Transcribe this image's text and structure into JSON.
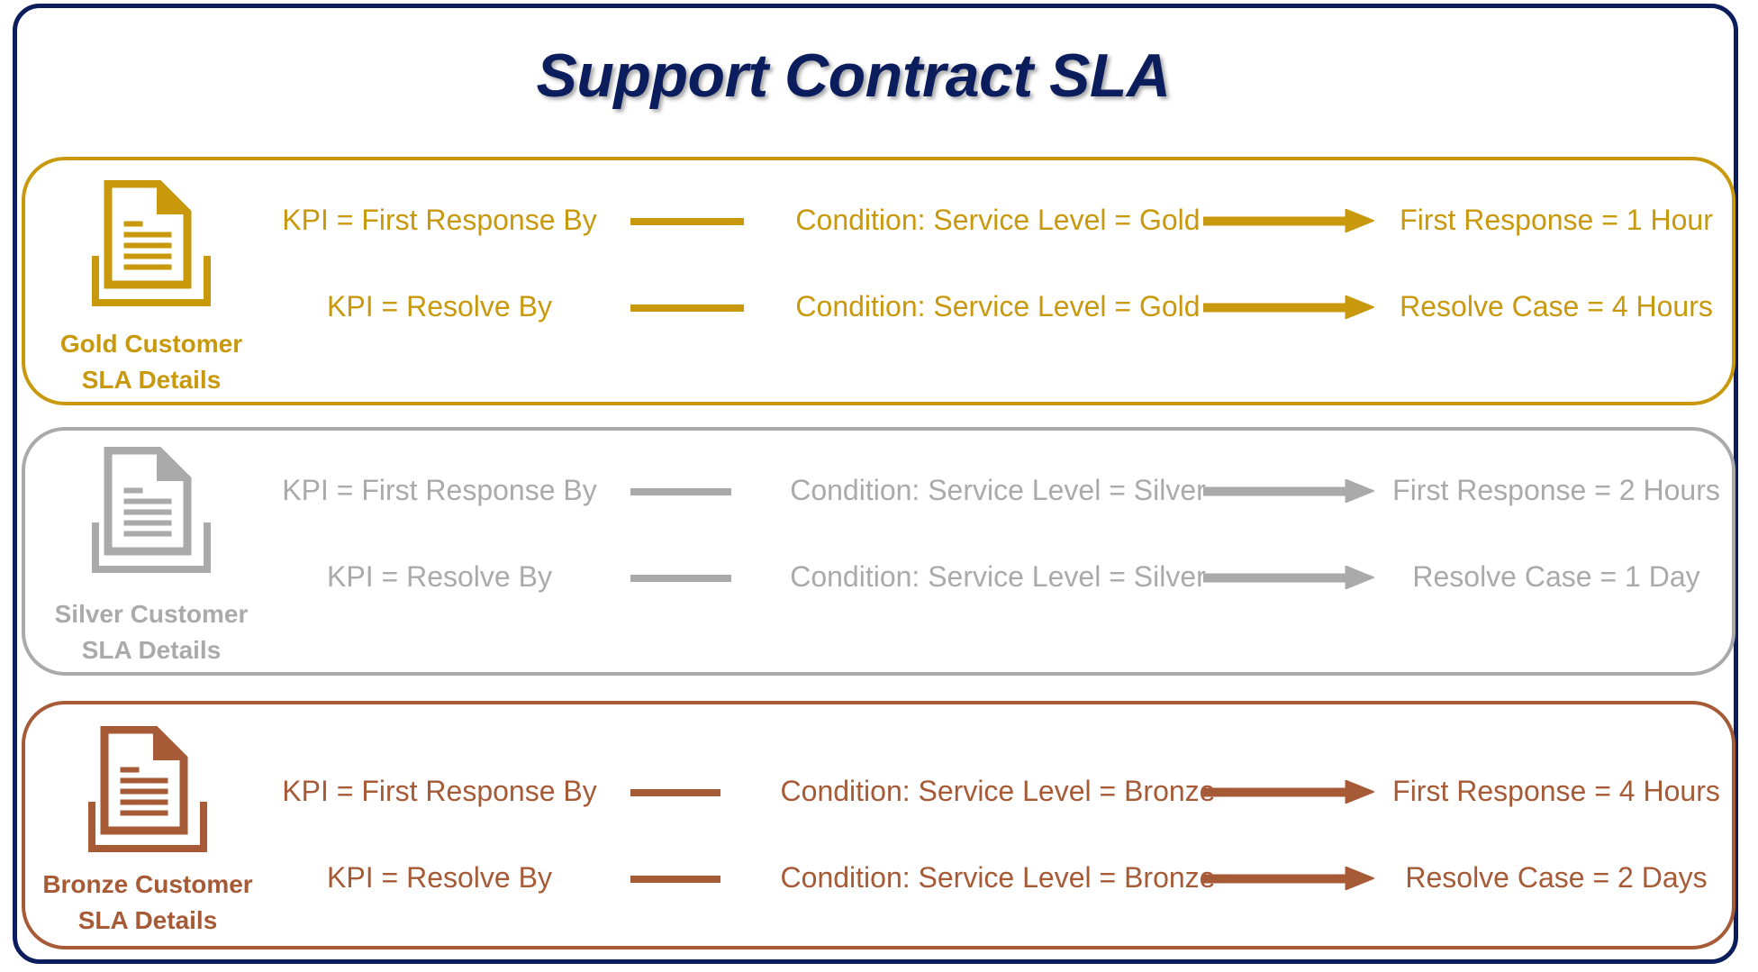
{
  "title": "Support Contract SLA",
  "tiers": [
    {
      "key": "gold",
      "color": "#c8990c",
      "icon": "document-icon",
      "label_line1": "Gold Customer",
      "label_line2": "SLA Details",
      "rows": [
        {
          "kpi": "KPI = First Response By",
          "condition": "Condition: Service Level = Gold",
          "result": "First Response = 1 Hour"
        },
        {
          "kpi": "KPI = Resolve By",
          "condition": "Condition: Service Level = Gold",
          "result": "Resolve Case = 4 Hours"
        }
      ]
    },
    {
      "key": "silver",
      "color": "#aaaaaa",
      "icon": "document-icon",
      "label_line1": "Silver Customer",
      "label_line2": "SLA Details",
      "rows": [
        {
          "kpi": "KPI = First Response By",
          "condition": "Condition: Service Level = Silver",
          "result": "First Response = 2 Hours"
        },
        {
          "kpi": "KPI = Resolve By",
          "condition": "Condition: Service Level = Silver",
          "result": "Resolve Case = 1 Day"
        }
      ]
    },
    {
      "key": "bronze",
      "color": "#a65a36",
      "icon": "document-icon",
      "label_line1": "Bronze Customer",
      "label_line2": "SLA Details",
      "rows": [
        {
          "kpi": "KPI = First Response By",
          "condition": "Condition: Service Level = Bronze",
          "result": "First Response = 4 Hours"
        },
        {
          "kpi": "KPI = Resolve By",
          "condition": "Condition: Service Level = Bronze",
          "result": "Resolve Case = 2 Days"
        }
      ]
    }
  ],
  "frame_color": "#0b1d5c"
}
